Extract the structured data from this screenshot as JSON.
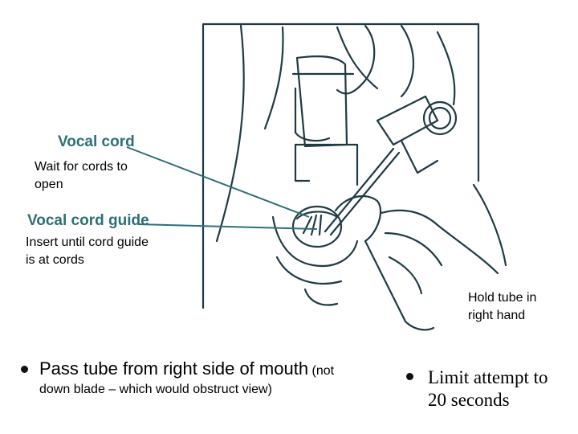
{
  "callouts": {
    "vocal_cord": "Vocal cord",
    "vocal_cord_guide": "Vocal cord guide"
  },
  "notes": {
    "wait_line1": "Wait for cords to",
    "wait_line2": "open",
    "insert_line1": "Insert until cord guide",
    "insert_line2": "is at cords",
    "hold_line1": "Hold tube in",
    "hold_line2": "right hand"
  },
  "bullets": {
    "pass_main": "Pass tube from right side of mouth",
    "pass_paren": "(not",
    "pass_line2": "down blade – which would obstruct view)",
    "limit_line1": "Limit attempt to",
    "limit_line2": "20 seconds"
  },
  "colors": {
    "callout_teal": "#2e6f77",
    "line_art": "#1f3a44"
  }
}
